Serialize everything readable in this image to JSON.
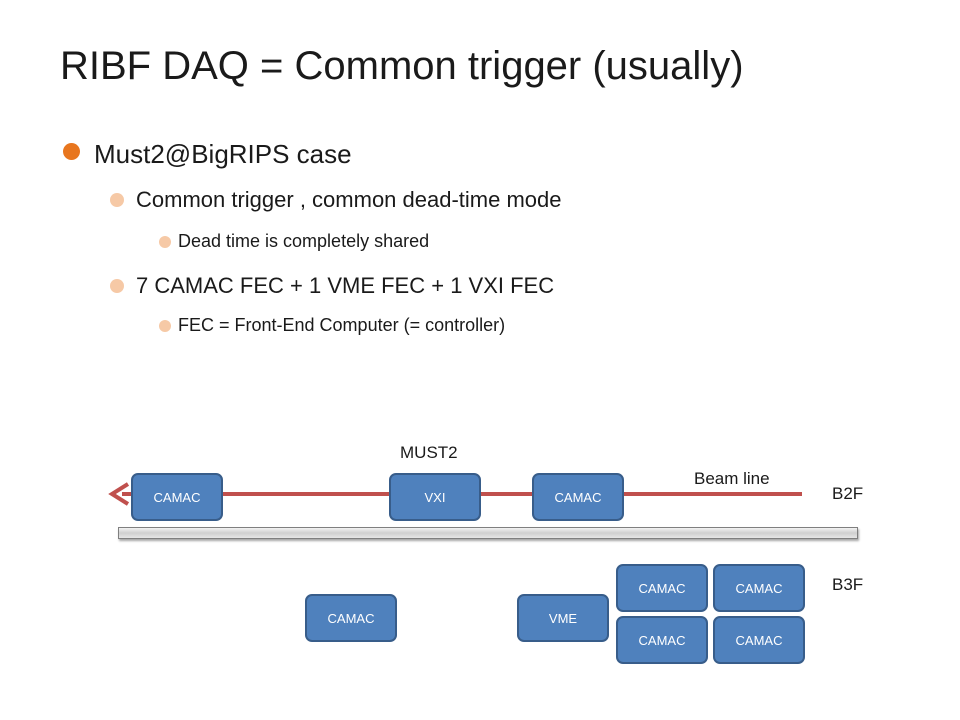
{
  "slide": {
    "title": "RIBF DAQ = Common trigger (usually)",
    "colors": {
      "bullet_primary": "#e8761e",
      "bullet_secondary": "#f6c9a6",
      "box_fill": "#4f81bd",
      "box_border": "#385d8a",
      "beam": "#c0504d"
    },
    "bullets": [
      {
        "level": 1,
        "text": "Must2@BigRIPS case"
      },
      {
        "level": 2,
        "text": "Common trigger , common dead-time mode"
      },
      {
        "level": 3,
        "text": "Dead time is completely shared"
      },
      {
        "level": 2,
        "text": "7 CAMAC FEC + 1 VME FEC + 1 VXI FEC"
      },
      {
        "level": 3,
        "text": "FEC = Front-End Computer (= controller)"
      }
    ]
  },
  "diagram": {
    "labels": {
      "must2": "MUST2",
      "beam_line": "Beam line",
      "b2f": "B2F",
      "b3f": "B3F"
    },
    "boxes_b2f": [
      "CAMAC",
      "VXI",
      "CAMAC"
    ],
    "boxes_b3f": [
      "CAMAC",
      "VME",
      "CAMAC",
      "CAMAC",
      "CAMAC",
      "CAMAC"
    ]
  }
}
